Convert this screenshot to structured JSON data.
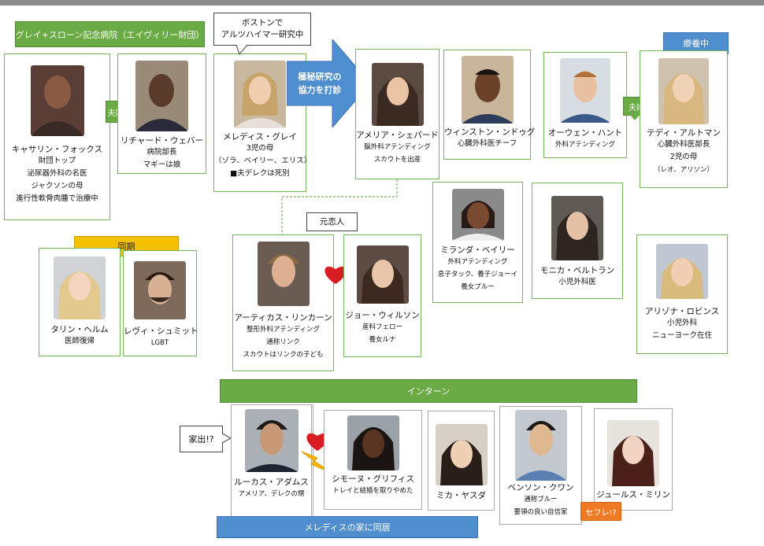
{
  "hospital": "グレイ+スローン記念病院（エイヴィリー財団）",
  "boston_note": [
    "ボストンで",
    "アルツハイマー研究中"
  ],
  "arrow_text": [
    "極秘研究の",
    "協力を打診"
  ],
  "labels": {
    "recuperating": "療養中",
    "couple1": "夫婦",
    "couple2": "夫婦",
    "cohort": "同期",
    "ex_lover": "元恋人",
    "intern": "インターン",
    "runaway": "家出!?",
    "live_in": "メレディスの家に同居",
    "sefure": "セフレ!?"
  },
  "people": {
    "catherine": {
      "name": "キャサリン・フォックス",
      "details": [
        "財団トップ",
        "泌尿器外科の名医",
        "ジャクソンの母",
        "進行性軟骨肉腫で治療中"
      ]
    },
    "richard": {
      "name": "リチャード・ウェバー",
      "details": [
        "病院部長",
        "マギーは娘"
      ]
    },
    "meredith": {
      "name": "メレディス・グレイ",
      "details": [
        "3児の母",
        "（ゾラ、ベイリー、エリス）",
        "■夫デレクは死別"
      ]
    },
    "amelia": {
      "name": "アメリア・シェパード",
      "details": [
        "脳外科アテンディング",
        "スカウトを出産"
      ]
    },
    "winston": {
      "name": "ウィンストン・ンドゥグ",
      "details": [
        "心臓外科医チーフ"
      ]
    },
    "owen": {
      "name": "オーウェン・ハント",
      "details": [
        "外科アテンディング"
      ]
    },
    "teddy": {
      "name": "テディ・アルトマン",
      "details": [
        "心臓外科医部長",
        "2児の母",
        "（レオ、アリソン）"
      ]
    },
    "miranda": {
      "name": "ミランダ・ベイリー",
      "details": [
        "外科アテンディング",
        "息子タック、養子ジョーイ",
        "養女プルー"
      ]
    },
    "monica": {
      "name": "モニカ・ベルトラン",
      "details": [
        "小児外科医"
      ]
    },
    "arizona": {
      "name": "アリゾナ・ロビンス",
      "details": [
        "小児外科",
        "ニューヨーク在住"
      ]
    },
    "taryn": {
      "name": "タリン・ヘルム",
      "details": [
        "医師復帰"
      ]
    },
    "levi": {
      "name": "レヴィ・シュミット",
      "details": [
        "LGBT"
      ]
    },
    "atticus": {
      "name": "アーティカス・リンカーン",
      "details": [
        "整形外科アテンディング",
        "通称リンク",
        "スカウトはリンクの子ども"
      ]
    },
    "jo": {
      "name": "ジョー・ウィルソン",
      "details": [
        "産科フェロー",
        "養女ルナ"
      ]
    },
    "lucas": {
      "name": "ルーカス・アダムス",
      "details": [
        "アメリア、デレクの甥"
      ]
    },
    "simone": {
      "name": "シモーヌ・グリフィス",
      "details": [
        "トレイと結婚を取りやめた"
      ]
    },
    "mika": {
      "name": "ミカ・ヤスダ",
      "details": []
    },
    "benson": {
      "name": "ベンソン・クワン",
      "details": [
        "通称ブルー",
        "要領の良い自信家"
      ]
    },
    "jules": {
      "name": "ジュールス・ミリン",
      "details": []
    }
  },
  "colors": {
    "green": "#6aab45",
    "blue": "#4f8fd0",
    "yellow": "#f5c000",
    "orange": "#f07a24",
    "heart": "#d81e22",
    "lightning": "#f5b400"
  },
  "icons": [
    "heart-icon",
    "lightning-icon",
    "portrait-photo"
  ]
}
